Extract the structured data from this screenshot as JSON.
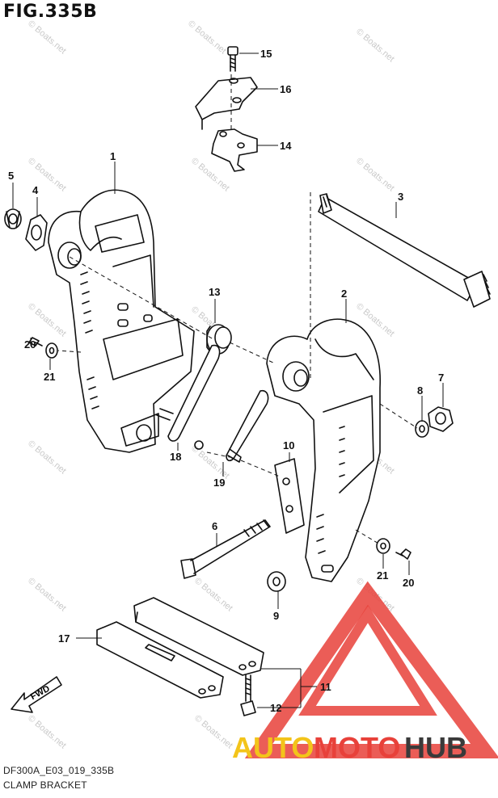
{
  "figure": {
    "title": "FIG.335B",
    "code": "DF300A_E03_019_335B",
    "name": "CLAMP BRACKET"
  },
  "watermark": {
    "text": "© Boats.net"
  },
  "logo": {
    "text_auto": "AUTO",
    "text_moto": "MOTO",
    "text_hub": "HUB",
    "color_primary": "#e8413a",
    "color_accent": "#f3c41a",
    "color_dark": "#3a3a3a"
  },
  "parts": [
    {
      "num": "1",
      "name": "clamp-bracket-port"
    },
    {
      "num": "2",
      "name": "clamp-bracket-starboard"
    },
    {
      "num": "3",
      "name": "tilt-tube"
    },
    {
      "num": "4",
      "name": "washer"
    },
    {
      "num": "5",
      "name": "nut"
    },
    {
      "num": "6",
      "name": "bolt"
    },
    {
      "num": "7",
      "name": "nut"
    },
    {
      "num": "8",
      "name": "washer"
    },
    {
      "num": "9",
      "name": "washer"
    },
    {
      "num": "10",
      "name": "plate"
    },
    {
      "num": "11",
      "name": "plate-set"
    },
    {
      "num": "12",
      "name": "bolt"
    },
    {
      "num": "13",
      "name": "bushing"
    },
    {
      "num": "14",
      "name": "bracket"
    },
    {
      "num": "15",
      "name": "bolt"
    },
    {
      "num": "16",
      "name": "cover"
    },
    {
      "num": "17",
      "name": "plate"
    },
    {
      "num": "18",
      "name": "rod"
    },
    {
      "num": "19",
      "name": "rod"
    },
    {
      "num": "20",
      "name": "screw"
    },
    {
      "num": "21",
      "name": "washer"
    }
  ],
  "callouts": [
    {
      "id": "15",
      "text": "15"
    },
    {
      "id": "16",
      "text": "16"
    },
    {
      "id": "14",
      "text": "14"
    },
    {
      "id": "1",
      "text": "1"
    },
    {
      "id": "3",
      "text": "3"
    },
    {
      "id": "5",
      "text": "5"
    },
    {
      "id": "4",
      "text": "4"
    },
    {
      "id": "13",
      "text": "13"
    },
    {
      "id": "2",
      "text": "2"
    },
    {
      "id": "20a",
      "text": "20"
    },
    {
      "id": "21a",
      "text": "21"
    },
    {
      "id": "7",
      "text": "7"
    },
    {
      "id": "8",
      "text": "8"
    },
    {
      "id": "18",
      "text": "18"
    },
    {
      "id": "10",
      "text": "10"
    },
    {
      "id": "19",
      "text": "19"
    },
    {
      "id": "6",
      "text": "6"
    },
    {
      "id": "21b",
      "text": "21"
    },
    {
      "id": "20b",
      "text": "20"
    },
    {
      "id": "9",
      "text": "9"
    },
    {
      "id": "17",
      "text": "17"
    },
    {
      "id": "11",
      "text": "11"
    },
    {
      "id": "12",
      "text": "12"
    }
  ],
  "fwd_label": "FWD"
}
